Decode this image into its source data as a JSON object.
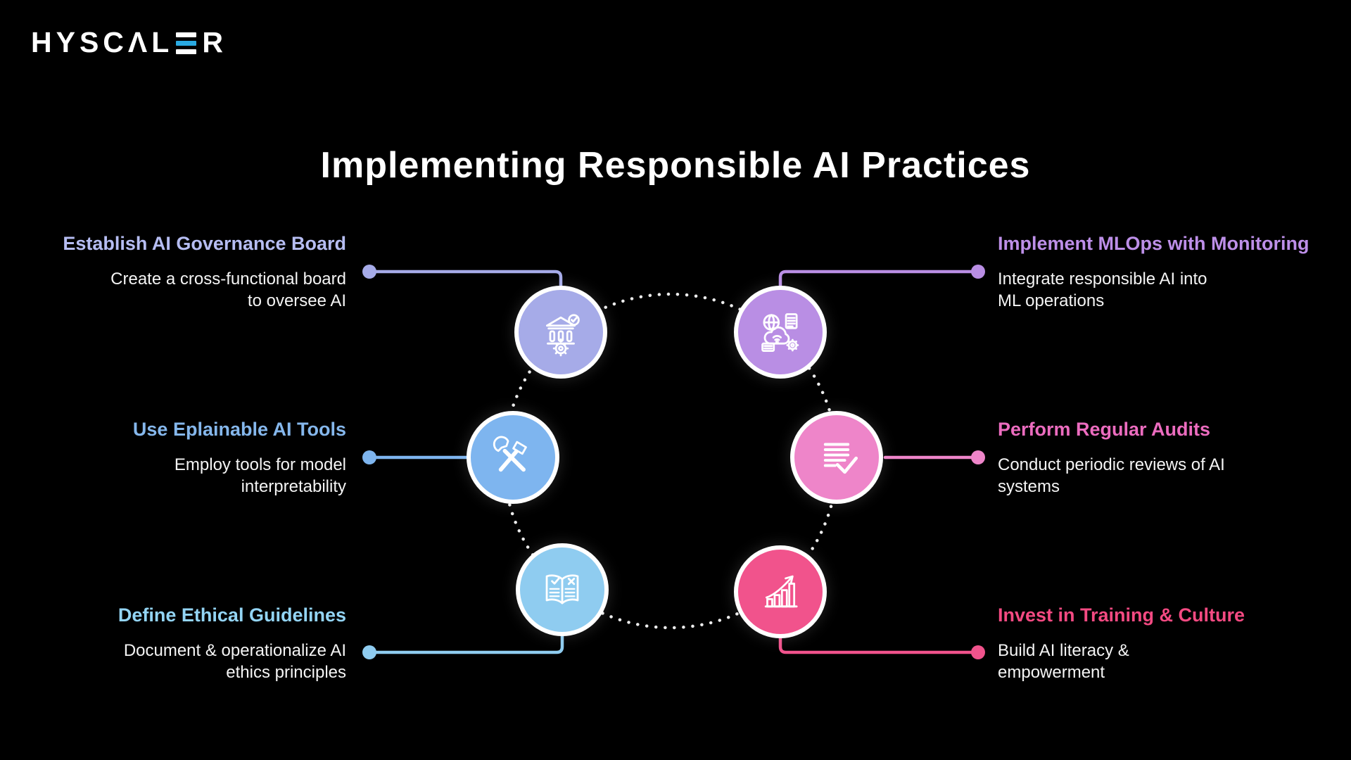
{
  "brand": {
    "name": "HYSCALER",
    "display_left": "HYSCΛL",
    "display_right": "R",
    "accent_color": "#2aaae2"
  },
  "title": "Implementing Responsible AI Practices",
  "canvas": {
    "background": "#000000",
    "ring_color": "#ffffff"
  },
  "items": [
    {
      "key": "governance",
      "title": "Establish AI Governance Board",
      "desc1": "Create a cross-functional board",
      "desc2": "to oversee AI",
      "title_color": "#b6bdf2",
      "accent": "#a6abe8",
      "icon": "bank-governance-icon"
    },
    {
      "key": "explainable-tools",
      "title": "Use Eplainable AI Tools",
      "desc1": "Employ tools for model",
      "desc2": "interpretability",
      "title_color": "#85b7ec",
      "accent": "#7eb5ef",
      "icon": "wrench-hammer-icon"
    },
    {
      "key": "ethical-guidelines",
      "title": "Define Ethical Guidelines",
      "desc1": "Document & operationalize AI",
      "desc2": "ethics principles",
      "title_color": "#93d4f4",
      "accent": "#8fccf0",
      "icon": "ethics-book-icon"
    },
    {
      "key": "mlops",
      "title": "Implement MLOps with Monitoring",
      "desc1": "Integrate responsible AI into",
      "desc2": "ML operations",
      "title_color": "#bd8fe8",
      "accent": "#b98ee4",
      "icon": "mlops-cloud-icon"
    },
    {
      "key": "audits",
      "title": "Perform Regular Audits",
      "desc1": "Conduct periodic reviews of AI",
      "desc2": "systems",
      "title_color": "#ec6cbf",
      "accent": "#ee85c9",
      "icon": "audit-checklist-icon"
    },
    {
      "key": "training-culture",
      "title": "Invest in Training & Culture",
      "desc1": "Build AI literacy &",
      "desc2": "empowerment",
      "title_color": "#f44a82",
      "accent": "#f1538c",
      "icon": "growth-chart-icon"
    }
  ]
}
